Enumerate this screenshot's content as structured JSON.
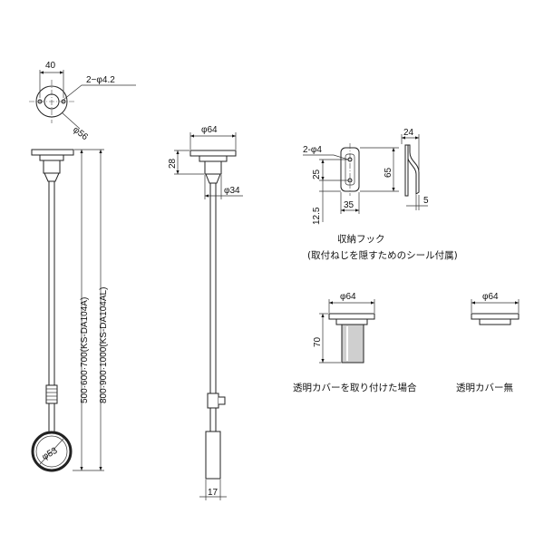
{
  "dimensions": {
    "top_width": "40",
    "hole": "2−φ4.2",
    "flange_dia": "φ56",
    "length_a": "500·600·700(KS-DA104A)",
    "length_al": "800·900·1000(KS-DA104AL)",
    "ring_dia": "φ53",
    "side_top_dia": "φ64",
    "side_height": "28",
    "side_rod_dia": "φ34",
    "handle_width": "17",
    "hook_hole": "2-φ4",
    "hook_pitch": "25",
    "hook_bottom": "12.5",
    "hook_width": "35",
    "hook_height": "65",
    "hook_depth": "24",
    "hook_thick": "5",
    "cover_dia": "φ64",
    "cover_height": "70",
    "nocover_dia": "φ64"
  },
  "captions": {
    "hook_title": "収納フック",
    "hook_note": "(取付ねじを隠すためのシール付属)",
    "with_cover": "透明カバーを取り付けた場合",
    "without_cover": "透明カバー無"
  }
}
